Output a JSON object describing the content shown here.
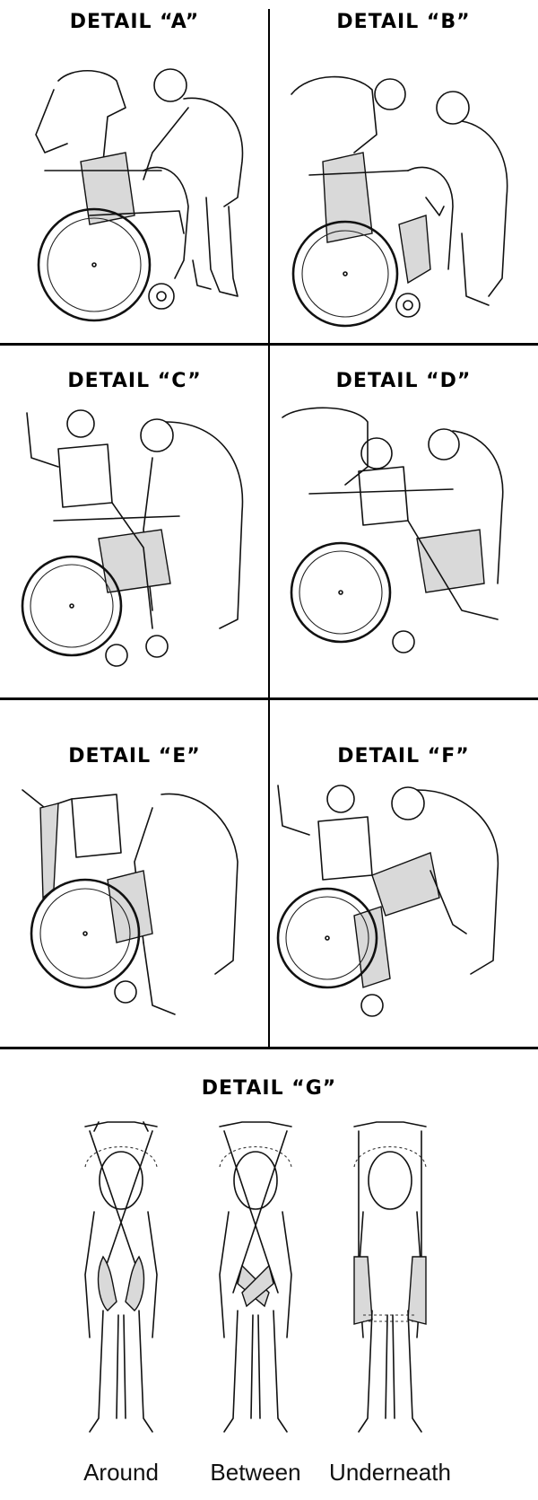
{
  "details": {
    "a": {
      "title": "DETAIL “A”"
    },
    "b": {
      "title": "DETAIL “B”"
    },
    "c": {
      "title": "DETAIL “C”"
    },
    "d": {
      "title": "DETAIL “D”"
    },
    "e": {
      "title": "DETAIL “E”"
    },
    "f": {
      "title": "DETAIL “F”"
    },
    "g": {
      "title": "DETAIL “G”"
    }
  },
  "leg_options": [
    {
      "label": "Around"
    },
    {
      "label": "Between"
    },
    {
      "label": "Underneath"
    }
  ]
}
